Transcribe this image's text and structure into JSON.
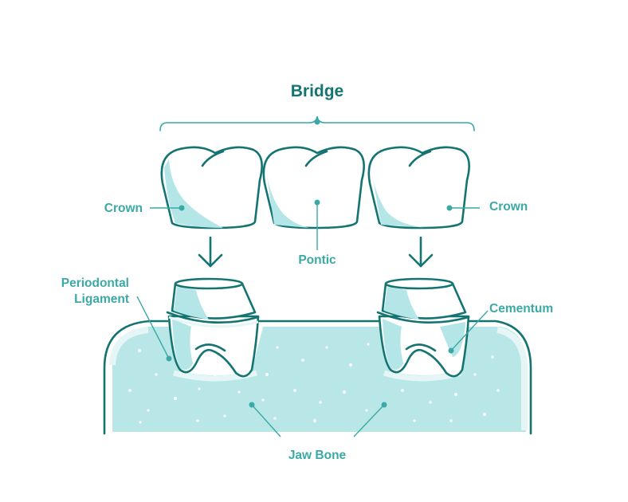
{
  "colors": {
    "outline": "#147472",
    "label": "#3BA9A6",
    "title": "#147472",
    "fill": "#B4E6E8",
    "bone_fill": "#B9E7E8",
    "white": "#FFFFFF"
  },
  "labels": {
    "title": "Bridge",
    "crown_left": "Crown",
    "crown_right": "Crown",
    "pontic": "Pontic",
    "periodontal_line1": "Periodontal",
    "periodontal_line2": "Ligament",
    "cementum": "Cementum",
    "jaw_bone": "Jaw Bone"
  },
  "icons": {
    "arrow_left": "arrow-down-icon",
    "arrow_right": "arrow-down-icon"
  }
}
